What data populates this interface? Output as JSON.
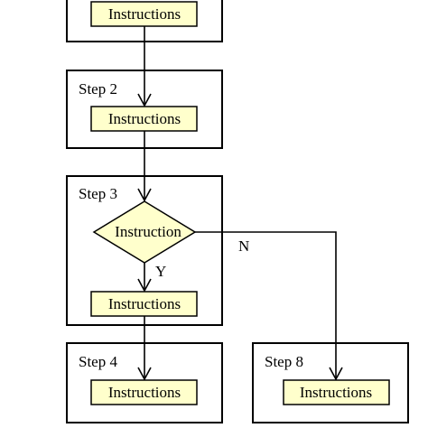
{
  "diagram": {
    "steps": {
      "step1": {
        "instruction": "Instructions"
      },
      "step2": {
        "label": "Step 2",
        "instruction": "Instructions"
      },
      "step3": {
        "label": "Step 3",
        "decision": "Instruction",
        "yes_label": "Y",
        "no_label": "N",
        "instruction": "Instructions"
      },
      "step4": {
        "label": "Step 4",
        "instruction": "Instructions"
      },
      "step8": {
        "label": "Step 8",
        "instruction": "Instructions"
      }
    },
    "colors": {
      "instruction_fill": "#ffffcc",
      "stroke": "#000000",
      "background": "#ffffff"
    }
  }
}
